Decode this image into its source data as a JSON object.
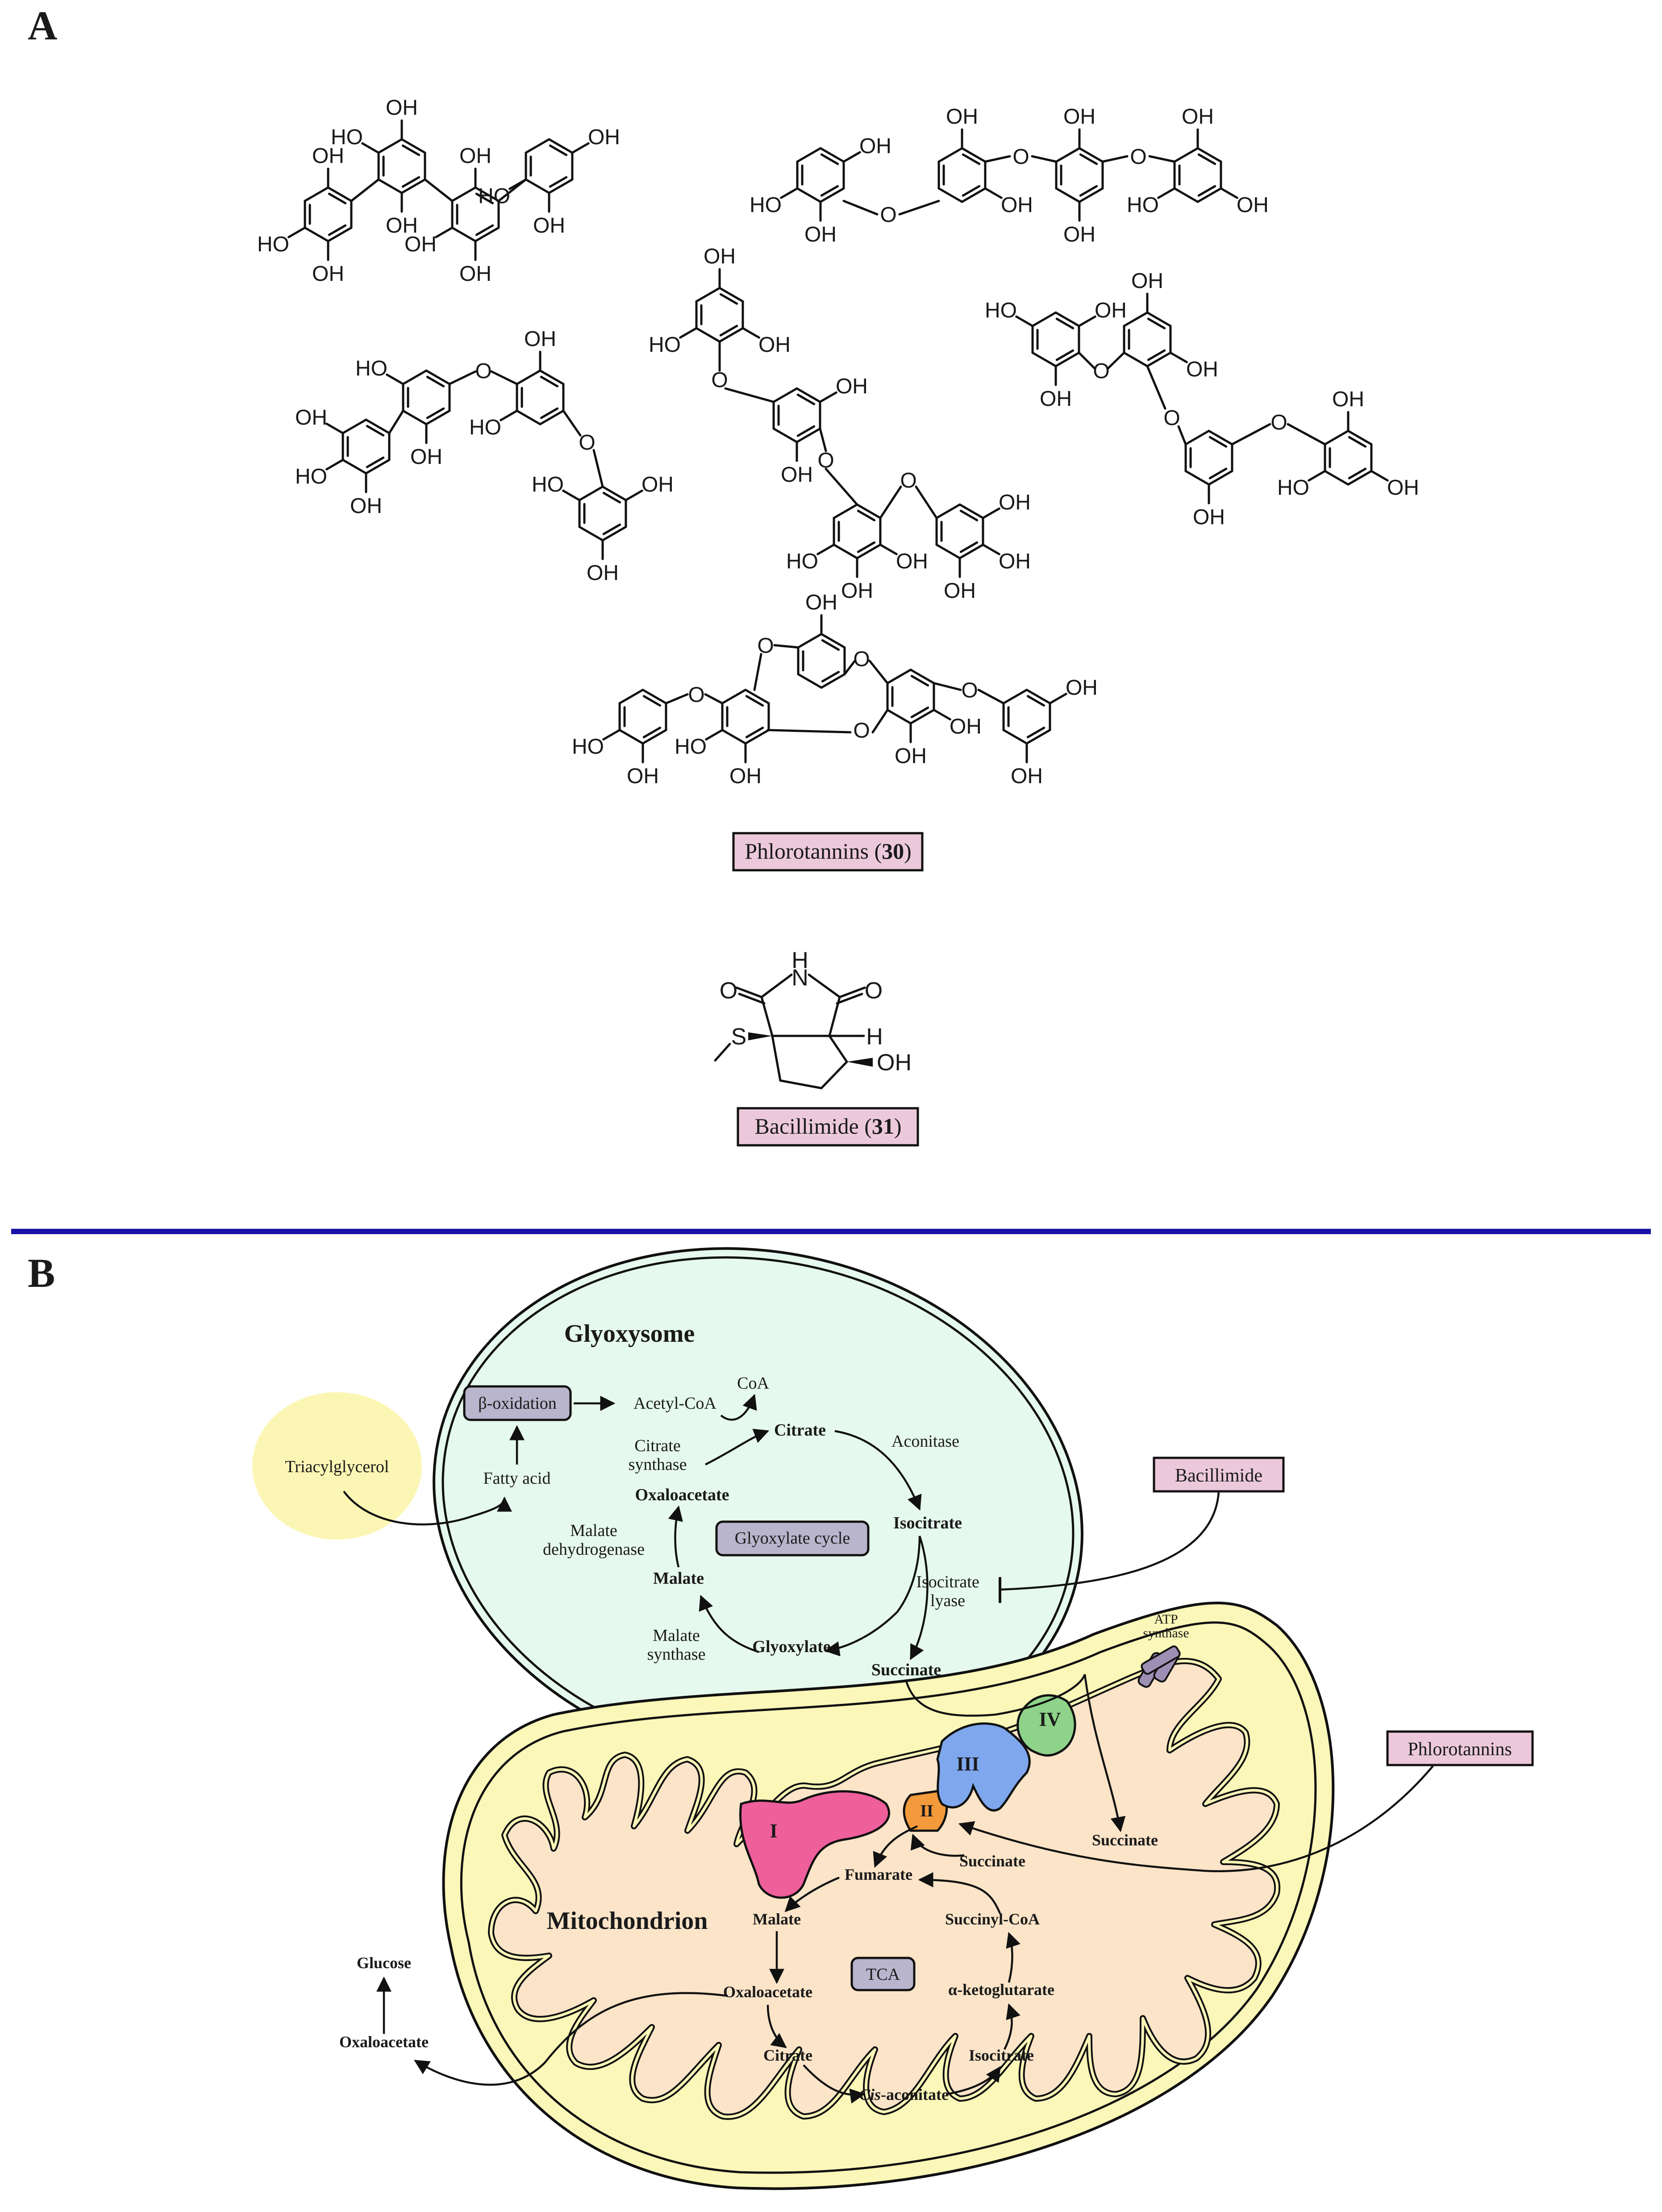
{
  "panels": {
    "a": "A",
    "b": "B"
  },
  "atoms": {
    "oh": "OH",
    "ho": "HO",
    "o": "O",
    "h": "H",
    "n": "N",
    "s": "S"
  },
  "labels": {
    "phlorotannins": {
      "name": "Phlorotannins (",
      "num": "30",
      "close": ")"
    },
    "bacillimide": {
      "name": "Bacillimide (",
      "num": "31",
      "close": ")"
    }
  },
  "diagram": {
    "glyoxysome": "Glyoxysome",
    "mitochondrion": "Mitochondrion",
    "triacylglycerol": "Triacylglycerol",
    "fatty_acid": "Fatty acid",
    "beta_oxidation": "β-oxidation",
    "acetyl_coa": "Acetyl-CoA",
    "coa": "CoA",
    "citrate": "Citrate",
    "citrate_synthase_1": "Citrate",
    "citrate_synthase_2": "synthase",
    "aconitase": "Aconitase",
    "isocitrate": "Isocitrate",
    "isocitrate_lyase_1": "Isocitrate",
    "isocitrate_lyase_2": "lyase",
    "succinate": "Succinate",
    "glyoxylate": "Glyoxylate",
    "malate_synthase_1": "Malate",
    "malate_synthase_2": "synthase",
    "malate": "Malate",
    "malate_dh_1": "Malate",
    "malate_dh_2": "dehydrogenase",
    "oxaloacetate": "Oxaloacetate",
    "glyoxylate_cycle": "Glyoxylate cycle",
    "bacillimide_box": "Bacillimide",
    "phlorotannins_box": "Phlorotannins",
    "atp_synthase_1": "ATP",
    "atp_synthase_2": "synthase",
    "complex_i": "I",
    "complex_ii": "II",
    "complex_iii": "III",
    "complex_iv": "IV",
    "tca": {
      "center": "TCA",
      "fumarate": "Fumarate",
      "succinate": "Succinate",
      "succinate_outer": "Succinate",
      "succinyl_coa": "Succinyl-CoA",
      "alpha_kg": "α-ketoglutarate",
      "isocitrate": "Isocitrate",
      "cis_italic": "Cis",
      "cis_rest": "-aconitate",
      "citrate": "Citrate",
      "oxaloacetate": "Oxaloacetate",
      "malate": "Malate"
    },
    "glucose": "Glucose",
    "oxaloacetate_out": "Oxaloacetate"
  },
  "colors": {
    "glyoxysome_fill": "#e6f9ee",
    "mito_outer": "#fbf7b8",
    "mito_inner": "#fbe4c8",
    "triacylglycerol": "#fbf6b4",
    "label_box": "#ecc9da",
    "enzyme_box": "#b9b5cc",
    "complex_i": "#ee5f9b",
    "complex_ii": "#f39a3c",
    "complex_iii": "#7ea7ee",
    "complex_iv": "#8ed389",
    "atp_synthase": "#9d8eb4",
    "divider": "#1a12a8"
  }
}
